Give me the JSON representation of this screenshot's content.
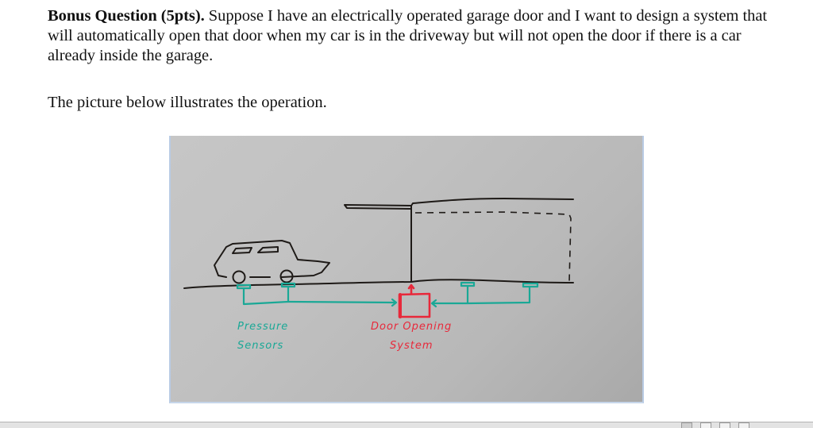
{
  "question": {
    "lead": "Bonus Question (5pts).",
    "body": " Suppose I have an electrically operated garage door and I want to design a system that will automatically open that door when my car is in the driveway but will not open the door if there is a car already inside the garage."
  },
  "caption": "The picture below illustrates the operation.",
  "figure": {
    "description": "Hand-drawn sketch: car on driveway over pressure sensors, garage with raised door, door opening system box",
    "labels": {
      "sensors_line1": "Pressure",
      "sensors_line2": "Sensors",
      "system_line1": "Door Opening",
      "system_line2": "System"
    },
    "colors": {
      "ink": "#1e1a17",
      "sensors": "#1aa896",
      "system": "#e8283a"
    }
  },
  "statusbar": {
    "left_text": "",
    "views": [
      "print-layout",
      "web-layout",
      "outline",
      "draft"
    ]
  }
}
